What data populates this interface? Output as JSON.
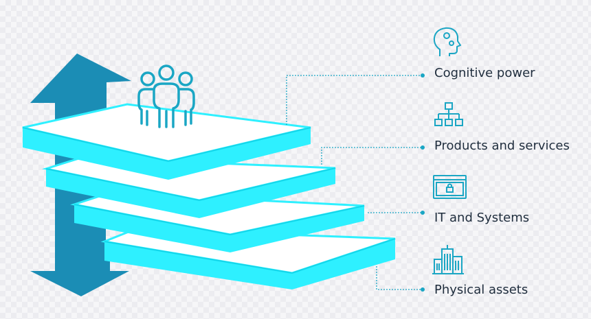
{
  "colors": {
    "arrow": "#1b8db5",
    "layer_top": "#ffffff",
    "layer_side": "#2ef0ff",
    "layer_edge": "#14d6ea",
    "icon": "#1aa6c4",
    "connector": "#1aa6c4",
    "text": "#1f2d3d"
  },
  "layers": [
    {
      "label": "Cognitive power",
      "icon": "brain-gear-icon"
    },
    {
      "label": "Products and services",
      "icon": "org-chart-icon"
    },
    {
      "label": "IT and Systems",
      "icon": "secure-browser-icon"
    },
    {
      "label": "Physical assets",
      "icon": "buildings-icon"
    }
  ],
  "top_icon": "people-group-icon"
}
